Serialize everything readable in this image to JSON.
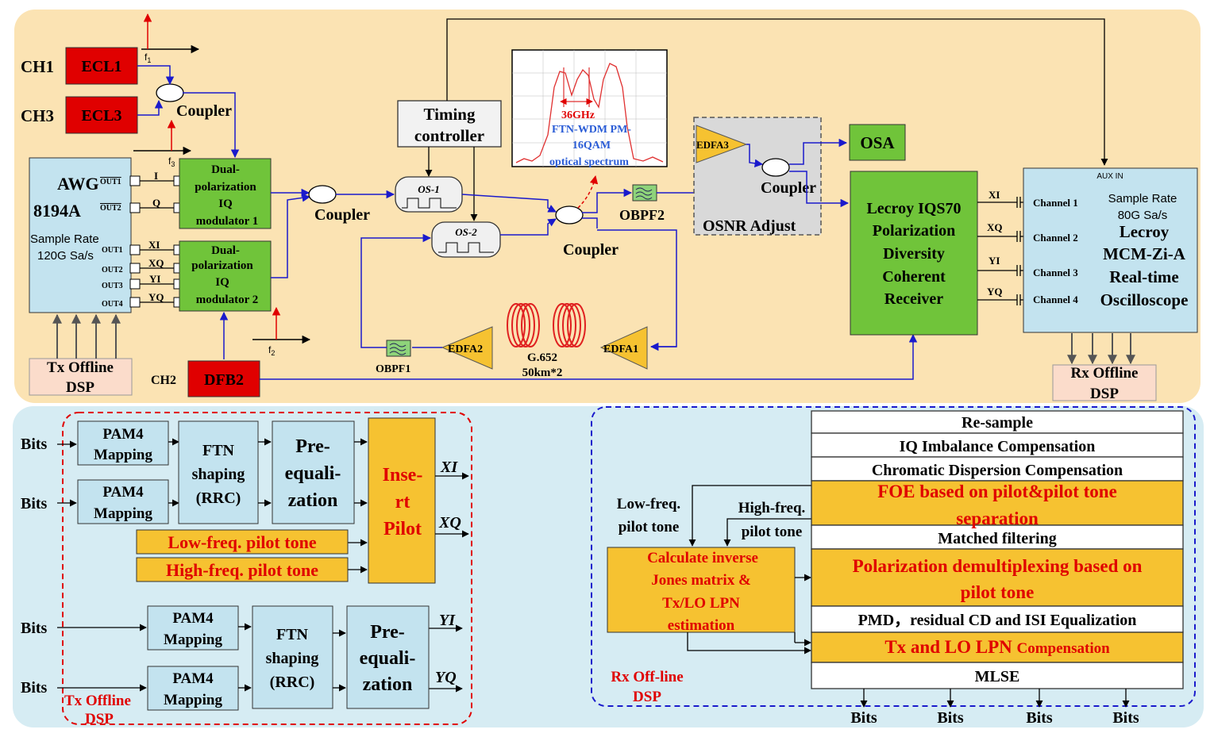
{
  "top": {
    "channels": {
      "ch1": "CH1",
      "ch3": "CH3",
      "ch2": "CH2"
    },
    "lasers": {
      "ecl1": "ECL1",
      "ecl3": "ECL3",
      "dfb2": "DFB2"
    },
    "freq": {
      "f1": "f",
      "f1_sub": "1",
      "f3": "f",
      "f3_sub": "3",
      "f2": "f",
      "f2_sub": "2"
    },
    "coupler": "Coupler",
    "awg": {
      "title1": "AWG",
      "title2": "8194A",
      "rate1": "Sample Rate",
      "rate2": "120G Sa/s",
      "out1": "OUT1",
      "out2": "OUT2",
      "out1b": "OUT1",
      "out2b": "OUT2",
      "out3": "OUT3",
      "out4": "OUT4"
    },
    "ports": {
      "i": "I",
      "q": "Q",
      "xi": "XI",
      "xq": "XQ",
      "yi": "YI",
      "yq": "YQ"
    },
    "mod1": [
      "Dual-",
      "polarization",
      "IQ",
      "modulator 1"
    ],
    "mod2": [
      "Dual-",
      "polarization",
      "IQ",
      "modulator 2"
    ],
    "tx_dsp": [
      "Tx Offline",
      "DSP"
    ],
    "timing": [
      "Timing",
      "controller"
    ],
    "os1": "OS-1",
    "os2": "OS-2",
    "spectrum": {
      "freq_label": "36GHz",
      "title1": "FTN-WDM PM-",
      "title2": "16QAM",
      "caption": "optical spectrum"
    },
    "obpf2": "OBPF2",
    "obpf1": "OBPF1",
    "edfa1": "EDFA1",
    "edfa2": "EDFA2",
    "edfa3": "EDFA3",
    "fiber": [
      "G.652",
      "50km*2"
    ],
    "osnr": "OSNR Adjust",
    "osa": "OSA",
    "receiver": [
      "Lecroy IQS70",
      "Polarization",
      "Diversity",
      "Coherent",
      "Receiver"
    ],
    "scope": {
      "aux": "AUX IN",
      "rate1": "Sample Rate",
      "rate2": "80G Sa/s",
      "name": [
        "Lecroy",
        "MCM-Zi-A",
        "Real-time",
        "Oscilloscope"
      ],
      "ch": [
        "Channel 1",
        "Channel 2",
        "Channel 3",
        "Channel 4"
      ]
    },
    "rx_dsp": [
      "Rx Offline",
      "DSP"
    ]
  },
  "tx_block": {
    "bits": "Bits",
    "pam4": [
      "PAM4",
      "Mapping"
    ],
    "ftn": [
      "FTN",
      "shaping",
      "(RRC)"
    ],
    "preeq": [
      "Pre-",
      "equali-",
      "zation"
    ],
    "insert_pilot": [
      "Inse-",
      "rt",
      "Pilot"
    ],
    "low_tone": "Low-freq. pilot tone",
    "high_tone": "High-freq. pilot tone",
    "outs": {
      "xi": "XI",
      "xq": "XQ",
      "yi": "YI",
      "yq": "YQ"
    },
    "label": [
      "Tx Offline",
      "DSP"
    ]
  },
  "rx_block": {
    "low_tone": [
      "Low-freq.",
      "pilot tone"
    ],
    "high_tone": [
      "High-freq.",
      "pilot tone"
    ],
    "calc": [
      "Calculate  inverse",
      "Jones matrix &",
      "Tx/LO LPN",
      "estimation"
    ],
    "stack": {
      "resample": "Re-sample",
      "iq": "IQ Imbalance Compensation",
      "cd": "Chromatic Dispersion Compensation",
      "foe": [
        "FOE based on pilot&pilot tone",
        "separation"
      ],
      "matched": "Matched filtering",
      "pol": [
        "Polarization demultiplexing based on",
        "pilot tone"
      ],
      "pmd": "PMD，residual CD and ISI Equalization",
      "lpn_a": "Tx and LO LPN ",
      "lpn_b": "Compensation",
      "mlse": "MLSE"
    },
    "bits": "Bits",
    "label": [
      "Rx Off-line",
      "DSP"
    ]
  },
  "colors": {
    "top_bg": "#fbe3b3",
    "bottom_bg": "#d6ecf3",
    "green": "#70c43a",
    "red": "#e00000",
    "orange": "#f6c231",
    "blue_box": "#c3e3ef",
    "peach": "#fbdccb"
  }
}
